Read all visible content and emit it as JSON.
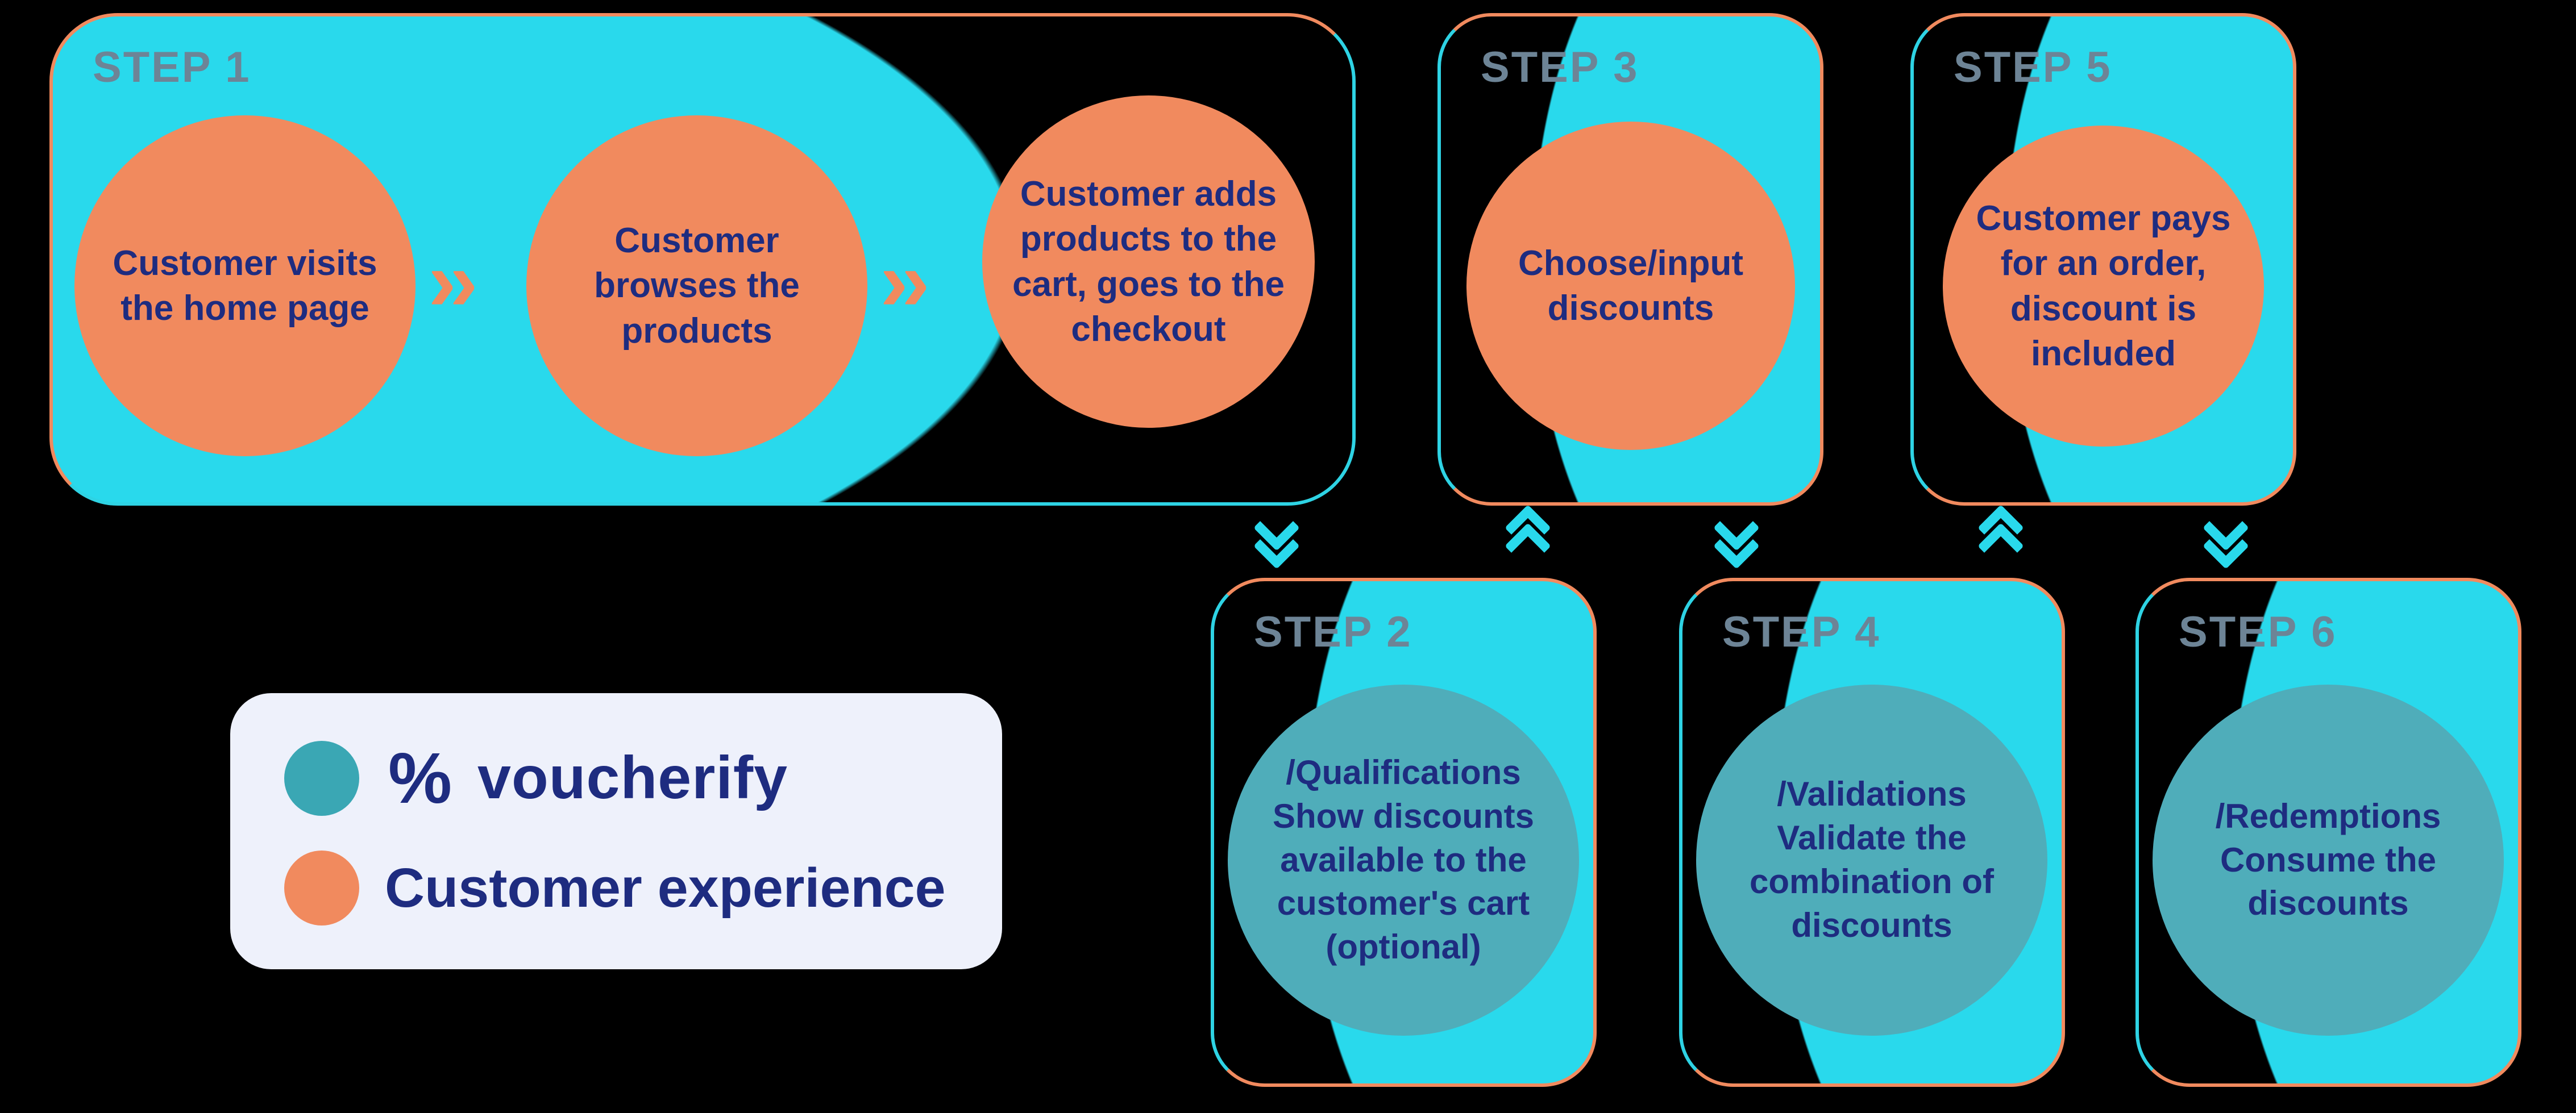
{
  "steps": {
    "step1": {
      "label": "STEP 1",
      "circle1": "Customer visits the home page",
      "circle2": "Customer browses the products",
      "circle3": "Customer adds products to the cart, goes to the checkout"
    },
    "step2": {
      "label": "STEP 2",
      "api": "/Qualifications",
      "desc": "Show discounts available to the customer's cart (optional)"
    },
    "step3": {
      "label": "STEP 3",
      "circle": "Choose/input discounts"
    },
    "step4": {
      "label": "STEP 4",
      "api": "/Validations",
      "desc": "Validate the combination of discounts"
    },
    "step5": {
      "label": "STEP 5",
      "circle": "Customer pays for an order, discount is included"
    },
    "step6": {
      "label": "STEP 6",
      "api": "/Redemptions",
      "desc": "Consume the discounts"
    }
  },
  "legend": {
    "brand_symbol": "%",
    "brand_name": "voucherify",
    "customer_label": "Customer experience"
  },
  "decor": {
    "chevron_right": "››"
  },
  "colors": {
    "cyan": "#29d9ec",
    "orange": "#f18a5e",
    "navy": "#1e2c80",
    "teal_circle": "#4fadba",
    "teal_legend": "#3aa7b4",
    "step_label": "#6d8496",
    "legend_bg": "#eef1fb",
    "background": "#000000"
  }
}
